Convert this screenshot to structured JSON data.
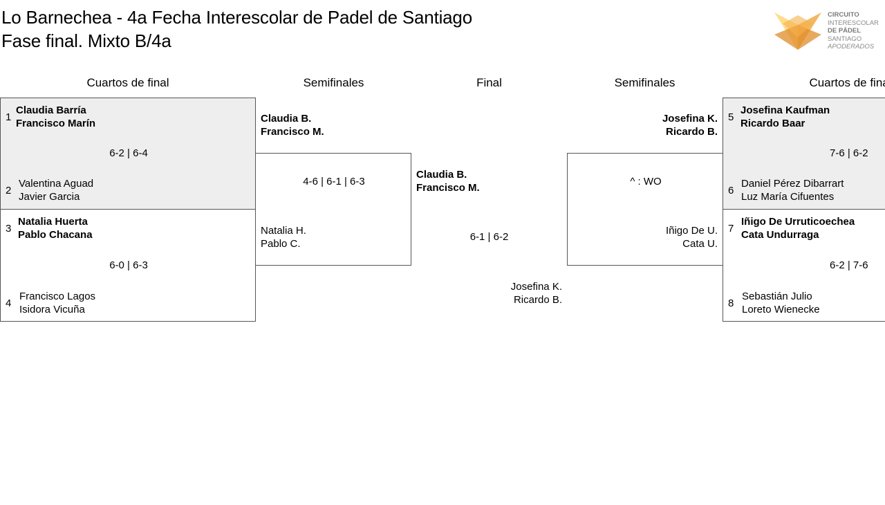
{
  "header": {
    "title_line1": "Lo Barnechea - 4a Fecha Interescolar de Padel de Santiago",
    "title_line2": "Fase final. Mixto B/4a"
  },
  "logo": {
    "line1": "CIRCUITO",
    "line2": "INTERESCOLAR",
    "line3": "DE PÁDEL",
    "line4": "SANTIAGO",
    "line5": "APODERADOS",
    "colors": [
      "#f0a030",
      "#ffd980",
      "#e08c2a"
    ]
  },
  "rounds": {
    "qf_left": "Cuartos de final",
    "sf_left": "Semifinales",
    "final": "Final",
    "sf_right": "Semifinales",
    "qf_right": "Cuartos de final"
  },
  "qf": [
    {
      "seed_a": "1",
      "a1": "Claudia Barría",
      "a2": "Francisco Marín",
      "score": "6-2 | 6-4",
      "seed_b": "2",
      "b1": "Valentina Aguad",
      "b2": "Javier Garcia"
    },
    {
      "seed_a": "3",
      "a1": "Natalia Huerta",
      "a2": "Pablo Chacana",
      "score": "6-0 | 6-3",
      "seed_b": "4",
      "b1": "Francisco Lagos",
      "b2": "Isidora Vicuña"
    },
    {
      "seed_a": "5",
      "a1": "Josefina Kaufman",
      "a2": "Ricardo Baar",
      "score": "7-6 | 6-2",
      "seed_b": "6",
      "b1": "Daniel Pérez Dibarrart",
      "b2": "Luz María Cifuentes"
    },
    {
      "seed_a": "7",
      "a1": "Iñigo De Urruticoechea",
      "a2": "Cata Undurraga",
      "score": "6-2 | 7-6",
      "seed_b": "8",
      "b1": "Sebastián Julio",
      "b2": "Loreto Wienecke"
    }
  ],
  "sf_left": {
    "a1": "Claudia B.",
    "a2": "Francisco M.",
    "score": "4-6 | 6-1 | 6-3",
    "b1": "Natalia H.",
    "b2": "Pablo C."
  },
  "sf_right": {
    "a1": "Josefina K.",
    "a2": "Ricardo B.",
    "score": "^ : WO",
    "b1": "Iñigo De U.",
    "b2": "Cata U."
  },
  "final": {
    "a1": "Claudia B.",
    "a2": "Francisco M.",
    "score": "6-1 | 6-2",
    "b1": "Josefina K.",
    "b2": "Ricardo B."
  }
}
